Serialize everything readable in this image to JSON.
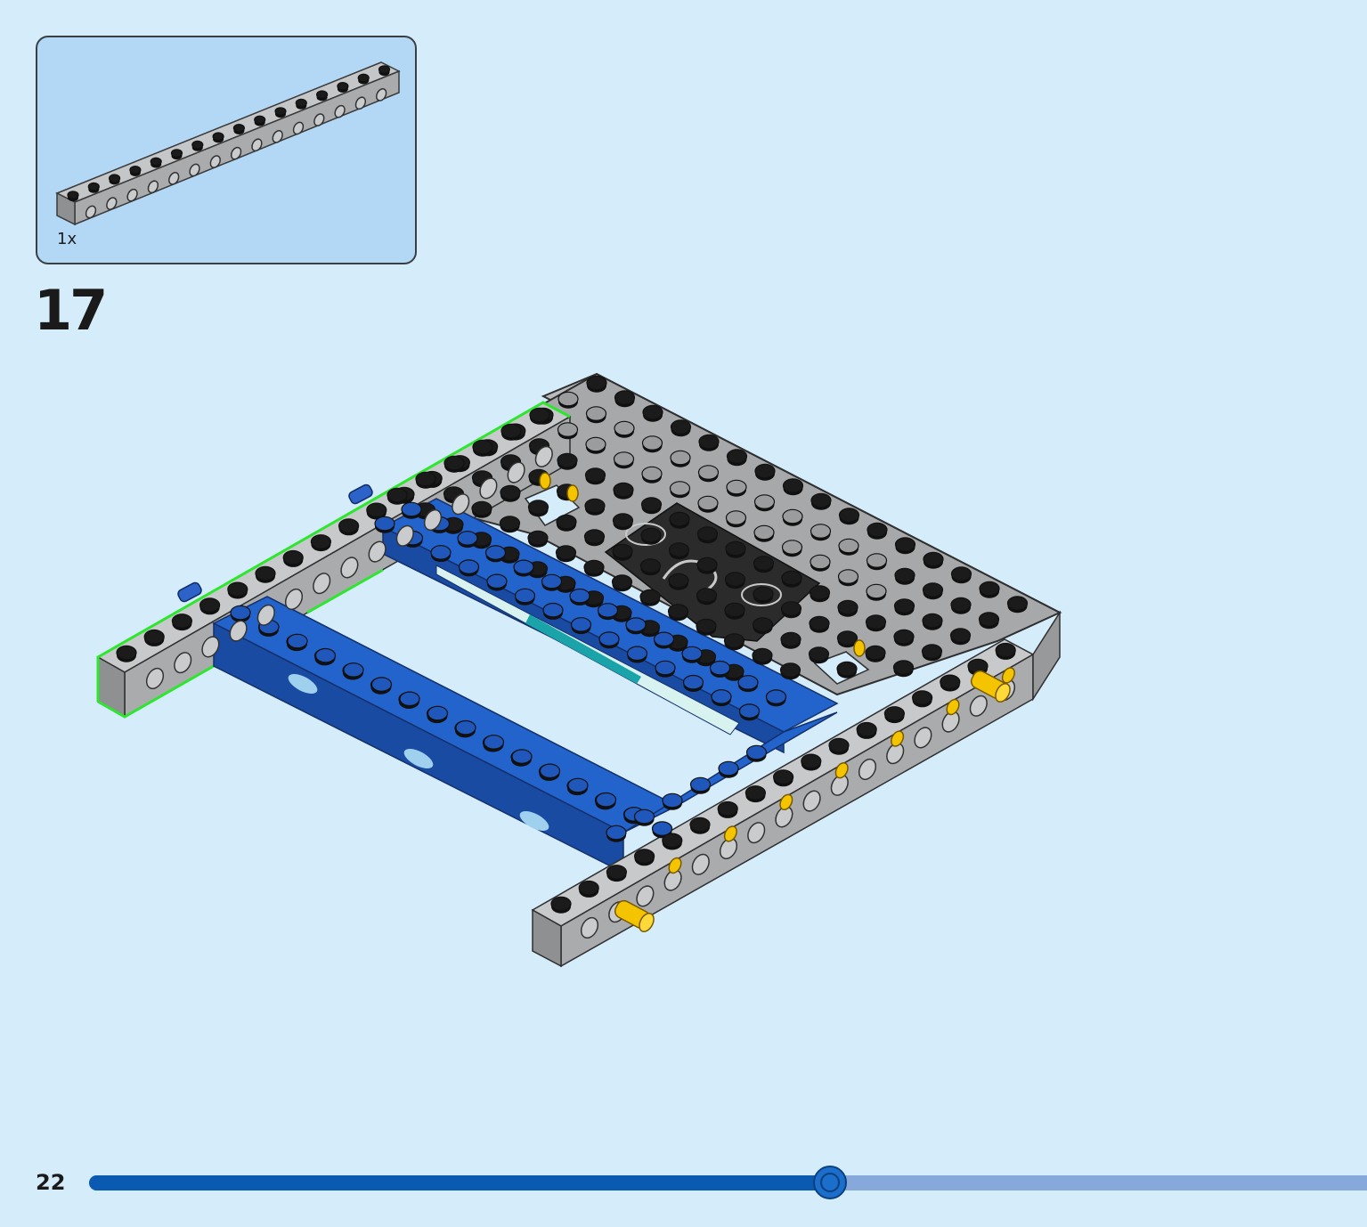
{
  "parts_callout": {
    "quantity_label": "1x",
    "part_icon": "technic-beam-16-grey-icon"
  },
  "step": {
    "number": "17"
  },
  "footer": {
    "page_number": "22",
    "progress_fraction": 0.58
  },
  "colors": {
    "background": "#d5ecfb",
    "panel_background": "#b3d8f5",
    "beam_grey": "#a7a9ac",
    "brick_blue": "#1e5bc6",
    "pin_yellow": "#f5c400",
    "highlight_green": "#2ee62e",
    "progress_fill": "#0b5ab1",
    "progress_track": "#86a8da"
  }
}
